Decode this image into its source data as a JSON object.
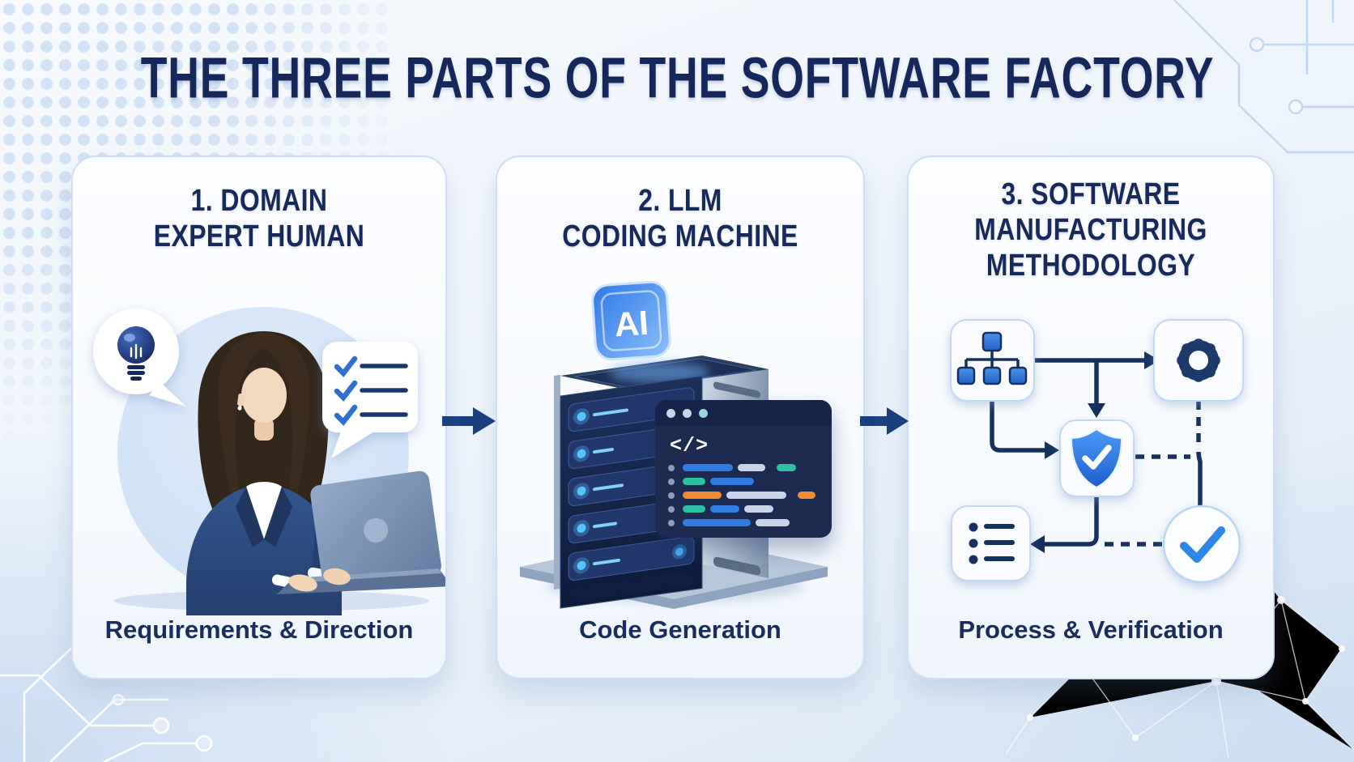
{
  "title": "THE THREE PARTS OF THE SOFTWARE FACTORY",
  "colors": {
    "navy": "#1b2d5e",
    "arrow_blue": "#1b4080",
    "accent_blue": "#2f7de2",
    "teal": "#2dbfa2",
    "orange": "#ef8b33",
    "bar_gray": "#c9d4e6",
    "card_border": "#cedff5"
  },
  "cards": [
    {
      "id": "domain-expert-human",
      "heading_lines": [
        "1. DOMAIN",
        "EXPERT HUMAN"
      ],
      "caption": "Requirements & Direction",
      "illustration": "woman-at-laptop-with-lightbulb-and-checklist"
    },
    {
      "id": "llm-coding-machine",
      "heading_lines": [
        "2. LLM",
        "CODING MACHINE"
      ],
      "caption": "Code Generation",
      "ai_chip_label": "AI",
      "code_window": {
        "symbol": "</>",
        "lines": [
          [
            {
              "c": "accent_blue",
              "w": 62
            },
            {
              "c": "bar_gray",
              "w": 34
            },
            {
              "c": "teal",
              "w": 24,
              "gap": 8
            }
          ],
          [
            {
              "c": "teal",
              "w": 28
            },
            {
              "c": "accent_blue",
              "w": 54
            }
          ],
          [
            {
              "c": "orange",
              "w": 48
            },
            {
              "c": "bar_gray",
              "w": 74
            },
            {
              "c": "orange",
              "w": 22,
              "gap": 8
            }
          ],
          [
            {
              "c": "teal",
              "w": 28
            },
            {
              "c": "accent_blue",
              "w": 36
            },
            {
              "c": "bar_gray",
              "w": 36
            }
          ],
          [
            {
              "c": "accent_blue",
              "w": 84
            },
            {
              "c": "bar_gray",
              "w": 42
            }
          ]
        ]
      }
    },
    {
      "id": "software-manufacturing-methodology",
      "heading_lines": [
        "3. SOFTWARE",
        "MANUFACTURING",
        "METHODOLOGY"
      ],
      "caption": "Process & Verification"
    }
  ]
}
